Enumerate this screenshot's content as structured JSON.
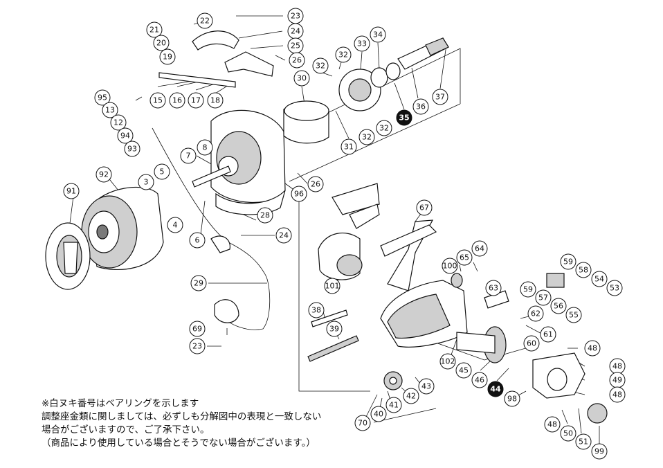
{
  "callouts": [
    {
      "label": "23"
    },
    {
      "label": "22"
    },
    {
      "label": "21"
    },
    {
      "label": "20"
    },
    {
      "label": "19"
    },
    {
      "label": "24"
    },
    {
      "label": "25"
    },
    {
      "label": "26"
    },
    {
      "label": "34"
    },
    {
      "label": "33"
    },
    {
      "label": "32"
    },
    {
      "label": "32"
    },
    {
      "label": "30"
    },
    {
      "label": "95"
    },
    {
      "label": "15"
    },
    {
      "label": "16"
    },
    {
      "label": "17"
    },
    {
      "label": "18"
    },
    {
      "label": "13"
    },
    {
      "label": "12"
    },
    {
      "label": "94"
    },
    {
      "label": "93"
    },
    {
      "label": "36"
    },
    {
      "label": "37"
    },
    {
      "label": "35",
      "solid": true
    },
    {
      "label": "32"
    },
    {
      "label": "32"
    },
    {
      "label": "31"
    },
    {
      "label": "7"
    },
    {
      "label": "8"
    },
    {
      "label": "92"
    },
    {
      "label": "5"
    },
    {
      "label": "3"
    },
    {
      "label": "91"
    },
    {
      "label": "26"
    },
    {
      "label": "96"
    },
    {
      "label": "28"
    },
    {
      "label": "4"
    },
    {
      "label": "24"
    },
    {
      "label": "6"
    },
    {
      "label": "67"
    },
    {
      "label": "64"
    },
    {
      "label": "65"
    },
    {
      "label": "100"
    },
    {
      "label": "59"
    },
    {
      "label": "58"
    },
    {
      "label": "54"
    },
    {
      "label": "53"
    },
    {
      "label": "59"
    },
    {
      "label": "57"
    },
    {
      "label": "56"
    },
    {
      "label": "55"
    },
    {
      "label": "101"
    },
    {
      "label": "29"
    },
    {
      "label": "63"
    },
    {
      "label": "38"
    },
    {
      "label": "62"
    },
    {
      "label": "39"
    },
    {
      "label": "61"
    },
    {
      "label": "60"
    },
    {
      "label": "69"
    },
    {
      "label": "23"
    },
    {
      "label": "48"
    },
    {
      "label": "102"
    },
    {
      "label": "48"
    },
    {
      "label": "45"
    },
    {
      "label": "46"
    },
    {
      "label": "49"
    },
    {
      "label": "44",
      "solid": true
    },
    {
      "label": "98"
    },
    {
      "label": "48"
    },
    {
      "label": "43"
    },
    {
      "label": "42"
    },
    {
      "label": "41"
    },
    {
      "label": "40"
    },
    {
      "label": "70"
    },
    {
      "label": "48"
    },
    {
      "label": "50"
    },
    {
      "label": "51"
    },
    {
      "label": "99"
    }
  ],
  "notes": {
    "line1": "※白ヌキ番号はベアリングを示します",
    "line2": "調整座金類に関しましては、必ずしも分解図中の表現と一致しない",
    "line3": "場合がございますので、ご了承下さい。",
    "line4": "（商品により使用している場合とそうでない場合がございます。）"
  }
}
